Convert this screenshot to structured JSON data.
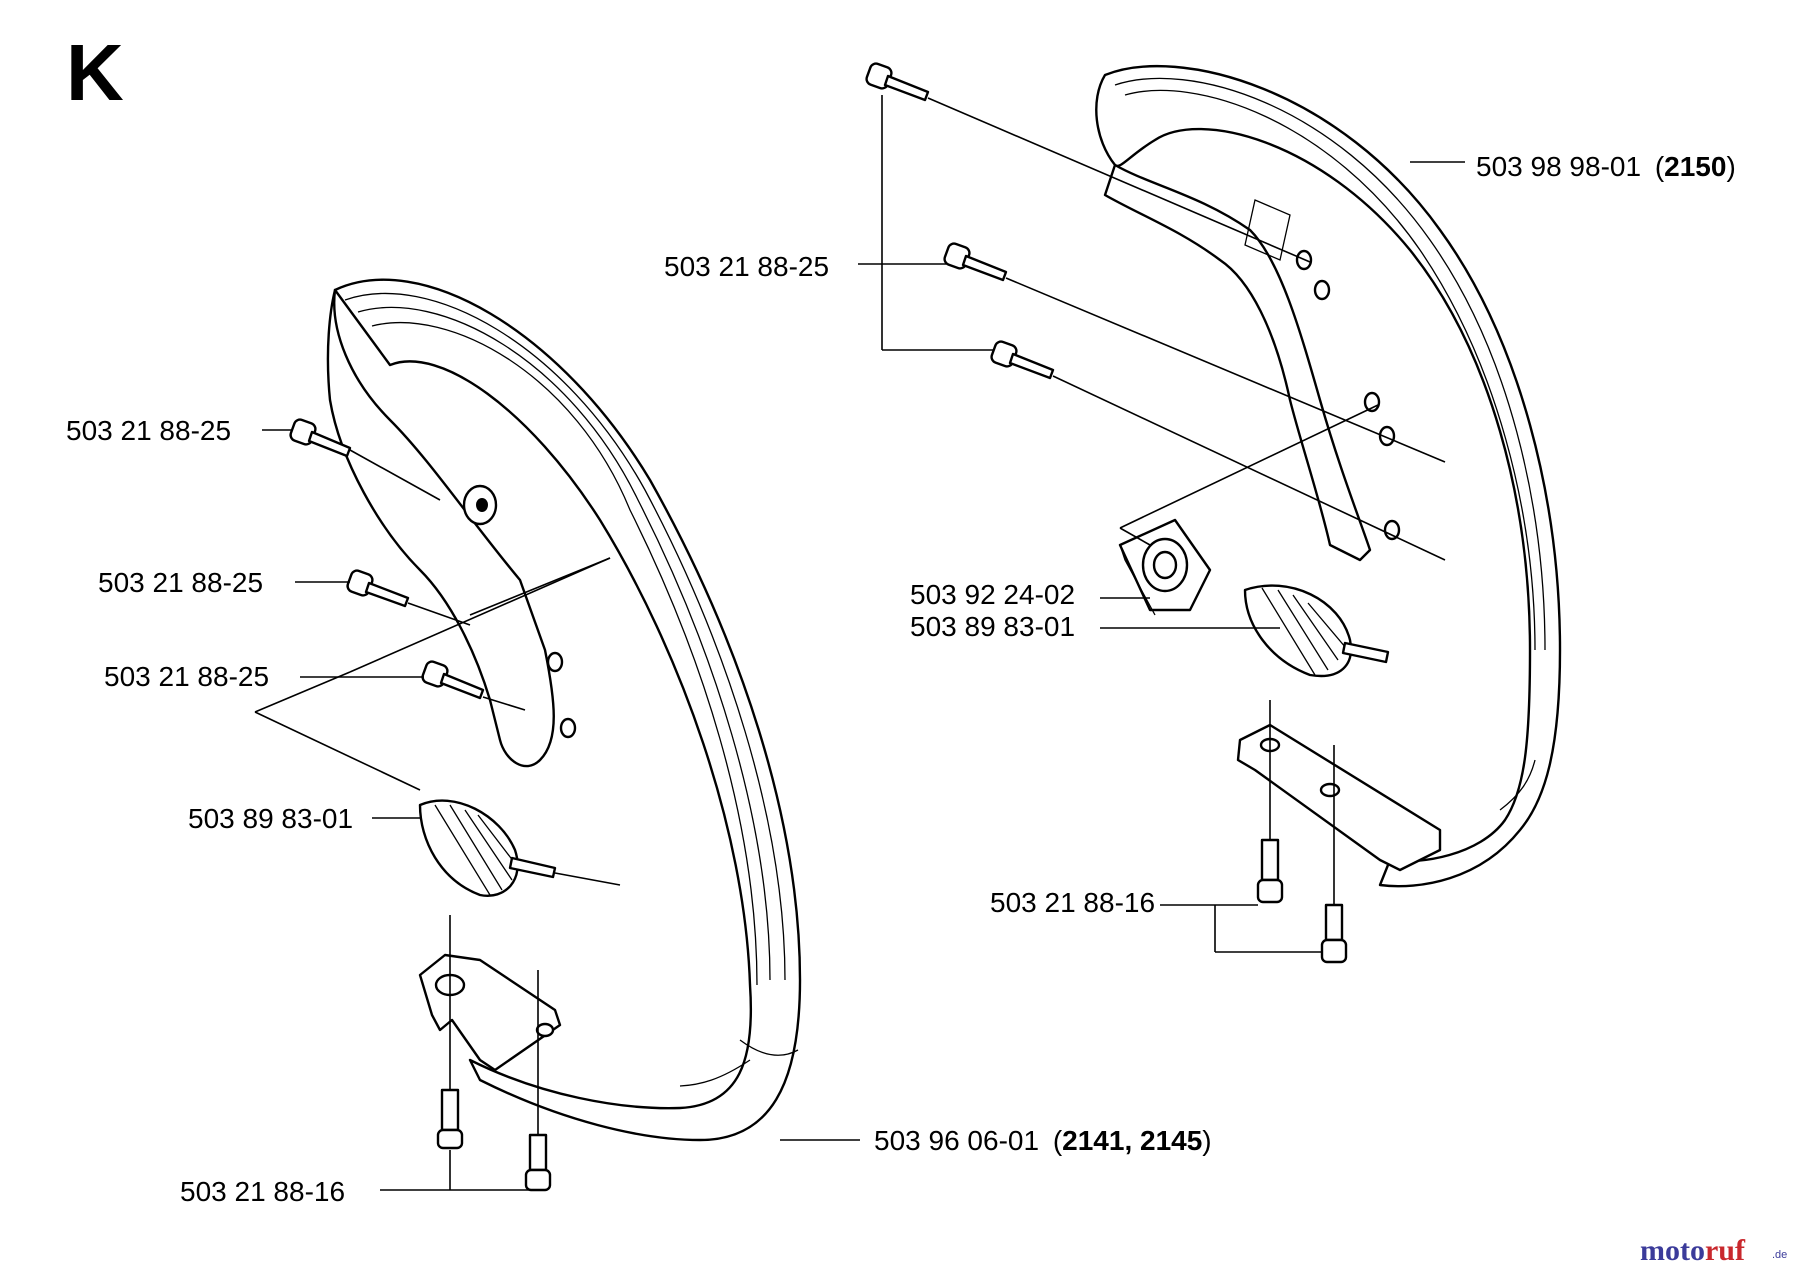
{
  "section_letter": "K",
  "watermark": {
    "main": "motoruf",
    "suffix": ".de",
    "color_1": "#3b3b9a",
    "color_2": "#c9282d"
  },
  "labels": {
    "r_handle_num": "503 98 98-01",
    "r_handle_model_open": "(",
    "r_handle_model": "2150",
    "r_handle_model_close": ")",
    "r_screw": "503 21 88-25",
    "r_bracket": "503 92 24-02",
    "r_damper": "503 89 83-01",
    "r_bottom_screw": "503 21 88-16",
    "l_screw_1": "503 21 88-25",
    "l_screw_2": "503 21 88-25",
    "l_screw_3": "503 21 88-25",
    "l_damper": "503 89 83-01",
    "l_handle_num": "503 96 06-01",
    "l_handle_model_open": "(",
    "l_handle_model": "2141, 2145",
    "l_handle_model_close": ")",
    "l_bottom_screw": "503 21 88-16"
  }
}
